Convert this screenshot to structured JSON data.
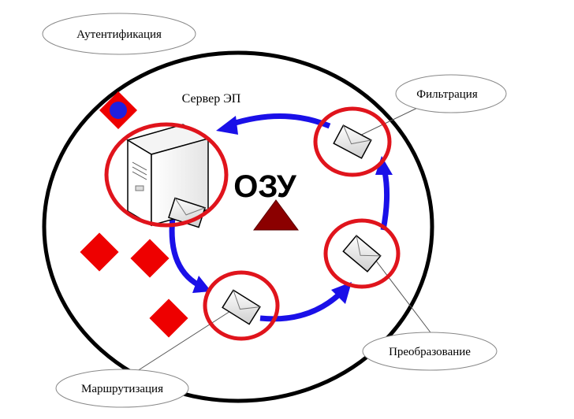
{
  "labels": {
    "authentication": "Аутентификация",
    "server": "Сервер ЭП",
    "filtering": "Фильтрация",
    "ram": "ОЗУ",
    "transformation": "Преобразование",
    "routing": "Маршрутизация"
  },
  "colors": {
    "outline": "#000000",
    "ring": "#e0141c",
    "arrow": "#1a10e8",
    "diamond": "#ee0000",
    "triangle": "#8b0000",
    "auth_dot": "#1f1fe0"
  },
  "icons": {
    "server": "server-computer-icon",
    "message": "envelope-icon",
    "ram": "triangle-icon",
    "token": "diamond-icon"
  }
}
